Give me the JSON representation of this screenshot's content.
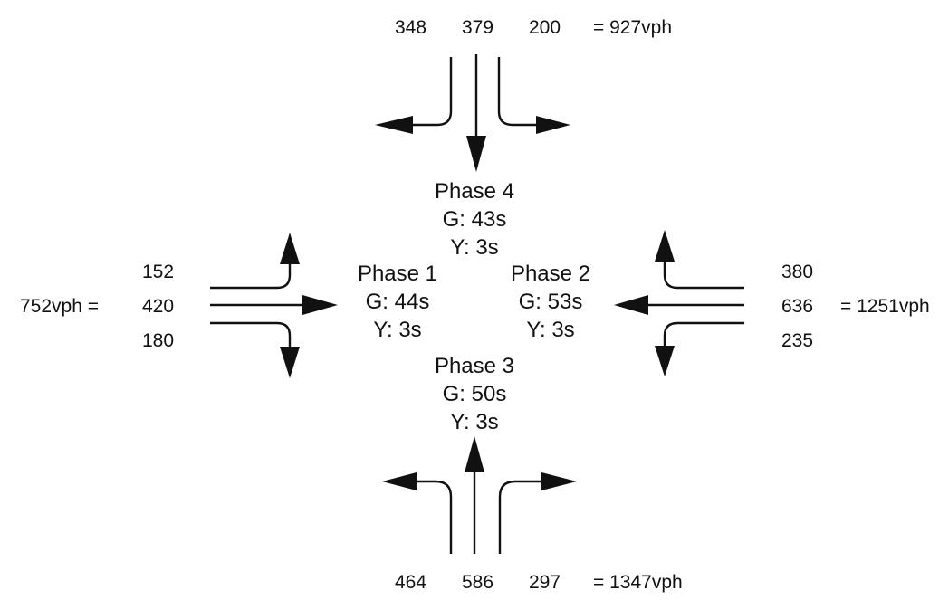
{
  "north": {
    "volumes": [
      "348",
      "379",
      "200"
    ],
    "total": "= 927vph"
  },
  "south": {
    "volumes": [
      "464",
      "586",
      "297"
    ],
    "total": "= 1347vph"
  },
  "west": {
    "volumes": [
      "152",
      "420",
      "180"
    ],
    "total": "752vph ="
  },
  "east": {
    "volumes": [
      "380",
      "636",
      "235"
    ],
    "total": "= 1251vph"
  },
  "phases": {
    "p4": {
      "name": "Phase 4",
      "green": "G: 43s",
      "yellow": "Y: 3s"
    },
    "p1": {
      "name": "Phase 1",
      "green": "G: 44s",
      "yellow": "Y: 3s"
    },
    "p2": {
      "name": "Phase 2",
      "green": "G: 53s",
      "yellow": "Y: 3s"
    },
    "p3": {
      "name": "Phase 3",
      "green": "G: 50s",
      "yellow": "Y: 3s"
    }
  }
}
